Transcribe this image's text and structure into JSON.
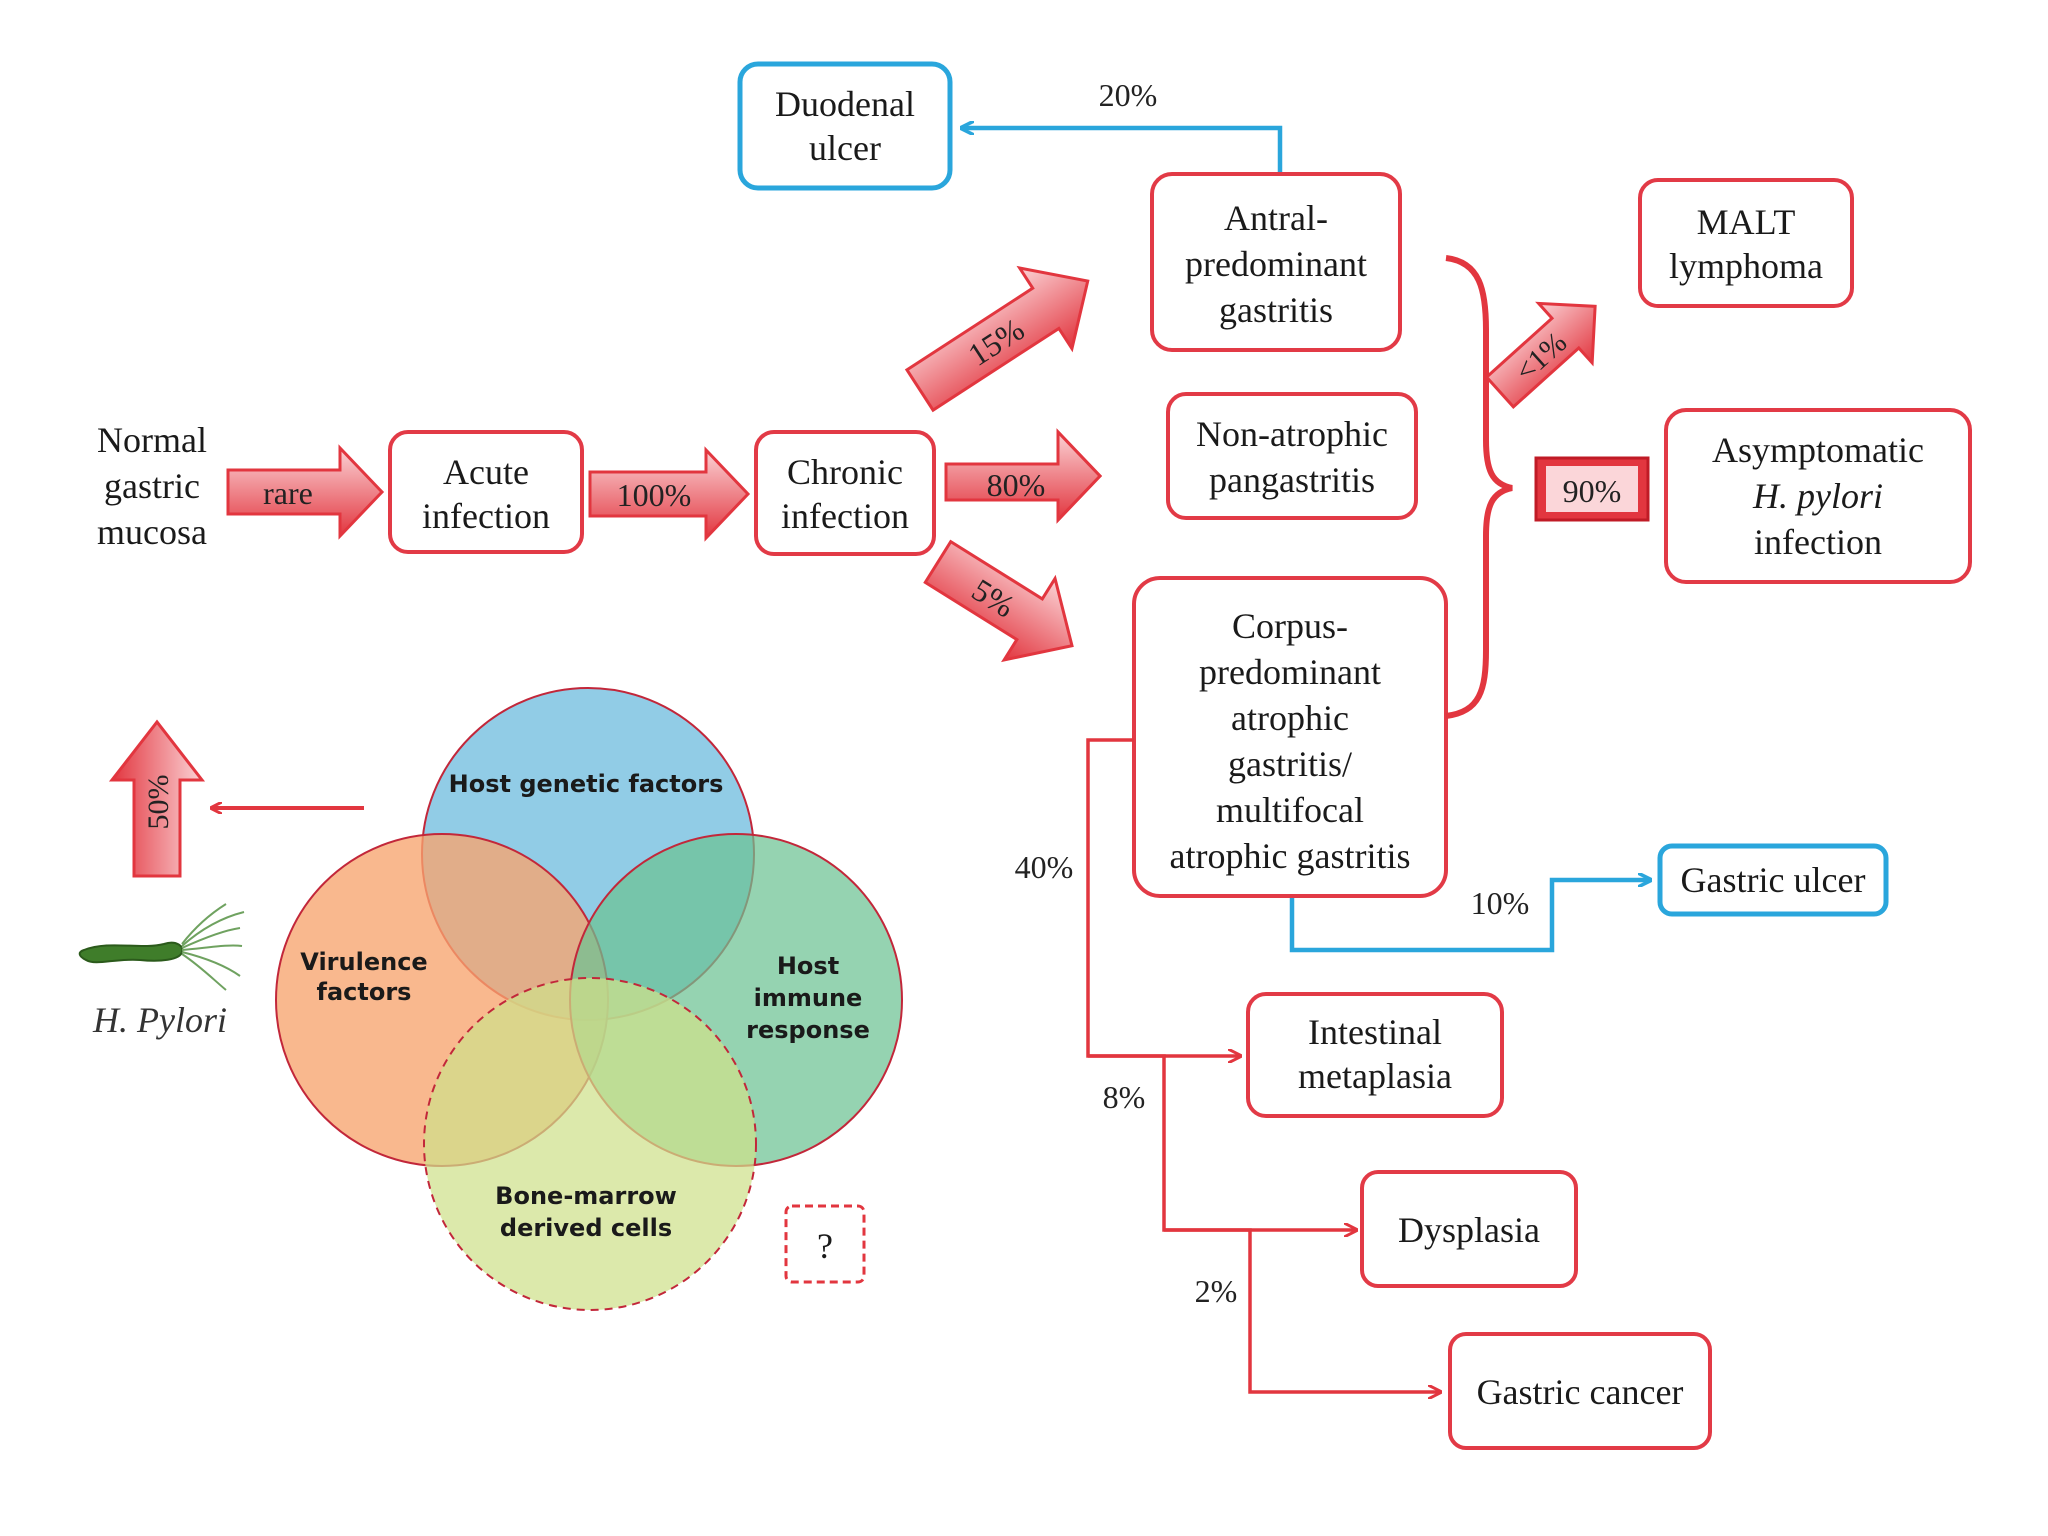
{
  "nodes": {
    "normal": [
      "Normal",
      "gastric",
      "mucosa"
    ],
    "acute": [
      "Acute",
      "infection"
    ],
    "chronic": [
      "Chronic",
      "infection"
    ],
    "duodenal": [
      "Duodenal",
      "ulcer"
    ],
    "antral": [
      "Antral-",
      "predominant",
      "gastritis"
    ],
    "nonatrophic": [
      "Non-atrophic",
      "pangastritis"
    ],
    "corpus": [
      "Corpus-",
      "predominant",
      "atrophic",
      "gastritis/",
      "multifocal",
      "atrophic gastritis"
    ],
    "malt": [
      "MALT",
      "lymphoma"
    ],
    "asymptomatic": [
      "Asymptomatic",
      "H. pylori",
      "infection"
    ],
    "gastric_ulcer": "Gastric ulcer",
    "intestinal": [
      "Intestinal",
      "metaplasia"
    ],
    "dysplasia": "Dysplasia",
    "gastric_cancer": "Gastric cancer"
  },
  "arrows": {
    "rare": "rare",
    "acute_chronic": "100%",
    "to_antral": "15%",
    "to_nonatrophic": "80%",
    "to_corpus": "5%",
    "to_malt": "<1%",
    "to_asymptomatic": "90%",
    "population": "50%"
  },
  "percent_labels": {
    "duodenal": "20%",
    "gastric_ulcer": "10%",
    "intestinal": "40%",
    "dysplasia": "8%",
    "cancer": "2%"
  },
  "venn": {
    "host_genetic": "Host genetic factors",
    "virulence": [
      "Virulence",
      "factors"
    ],
    "immune": [
      "Host",
      "immune",
      "response"
    ],
    "bone_marrow": [
      "Bone-marrow",
      "derived cells"
    ],
    "unknown": "?"
  },
  "organism_label": "H. Pylori",
  "colors": {
    "red": "#e2363f",
    "blue": "#2aa6dc",
    "venn_blue": "#7ec3e2",
    "venn_orange": "#f7a46e",
    "venn_green": "#6cc293",
    "venn_yellow": "#cfe08a"
  }
}
